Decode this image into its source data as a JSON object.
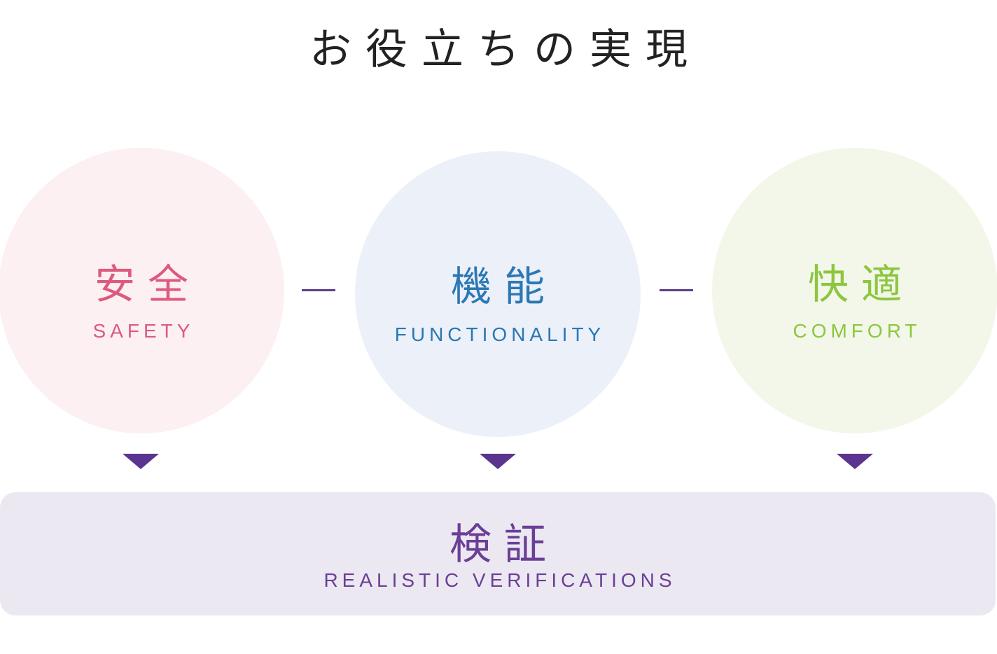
{
  "title": "お役立ちの実現",
  "pillars": [
    {
      "jp": "安全",
      "en": "SAFETY",
      "color": "#dd5a7e",
      "bg": "#fcf0f2"
    },
    {
      "jp": "機能",
      "en": "FUNCTIONALITY",
      "color": "#2b78b4",
      "bg": "#ecf0f9"
    },
    {
      "jp": "快適",
      "en": "COMFORT",
      "color": "#8cc63f",
      "bg": "#f3f7ea"
    }
  ],
  "verification": {
    "jp": "検証",
    "en": "REALISTIC VERIFICATIONS",
    "color": "#6a3f96",
    "bg": "#ece8f1"
  },
  "accent_color": "#5b348f"
}
